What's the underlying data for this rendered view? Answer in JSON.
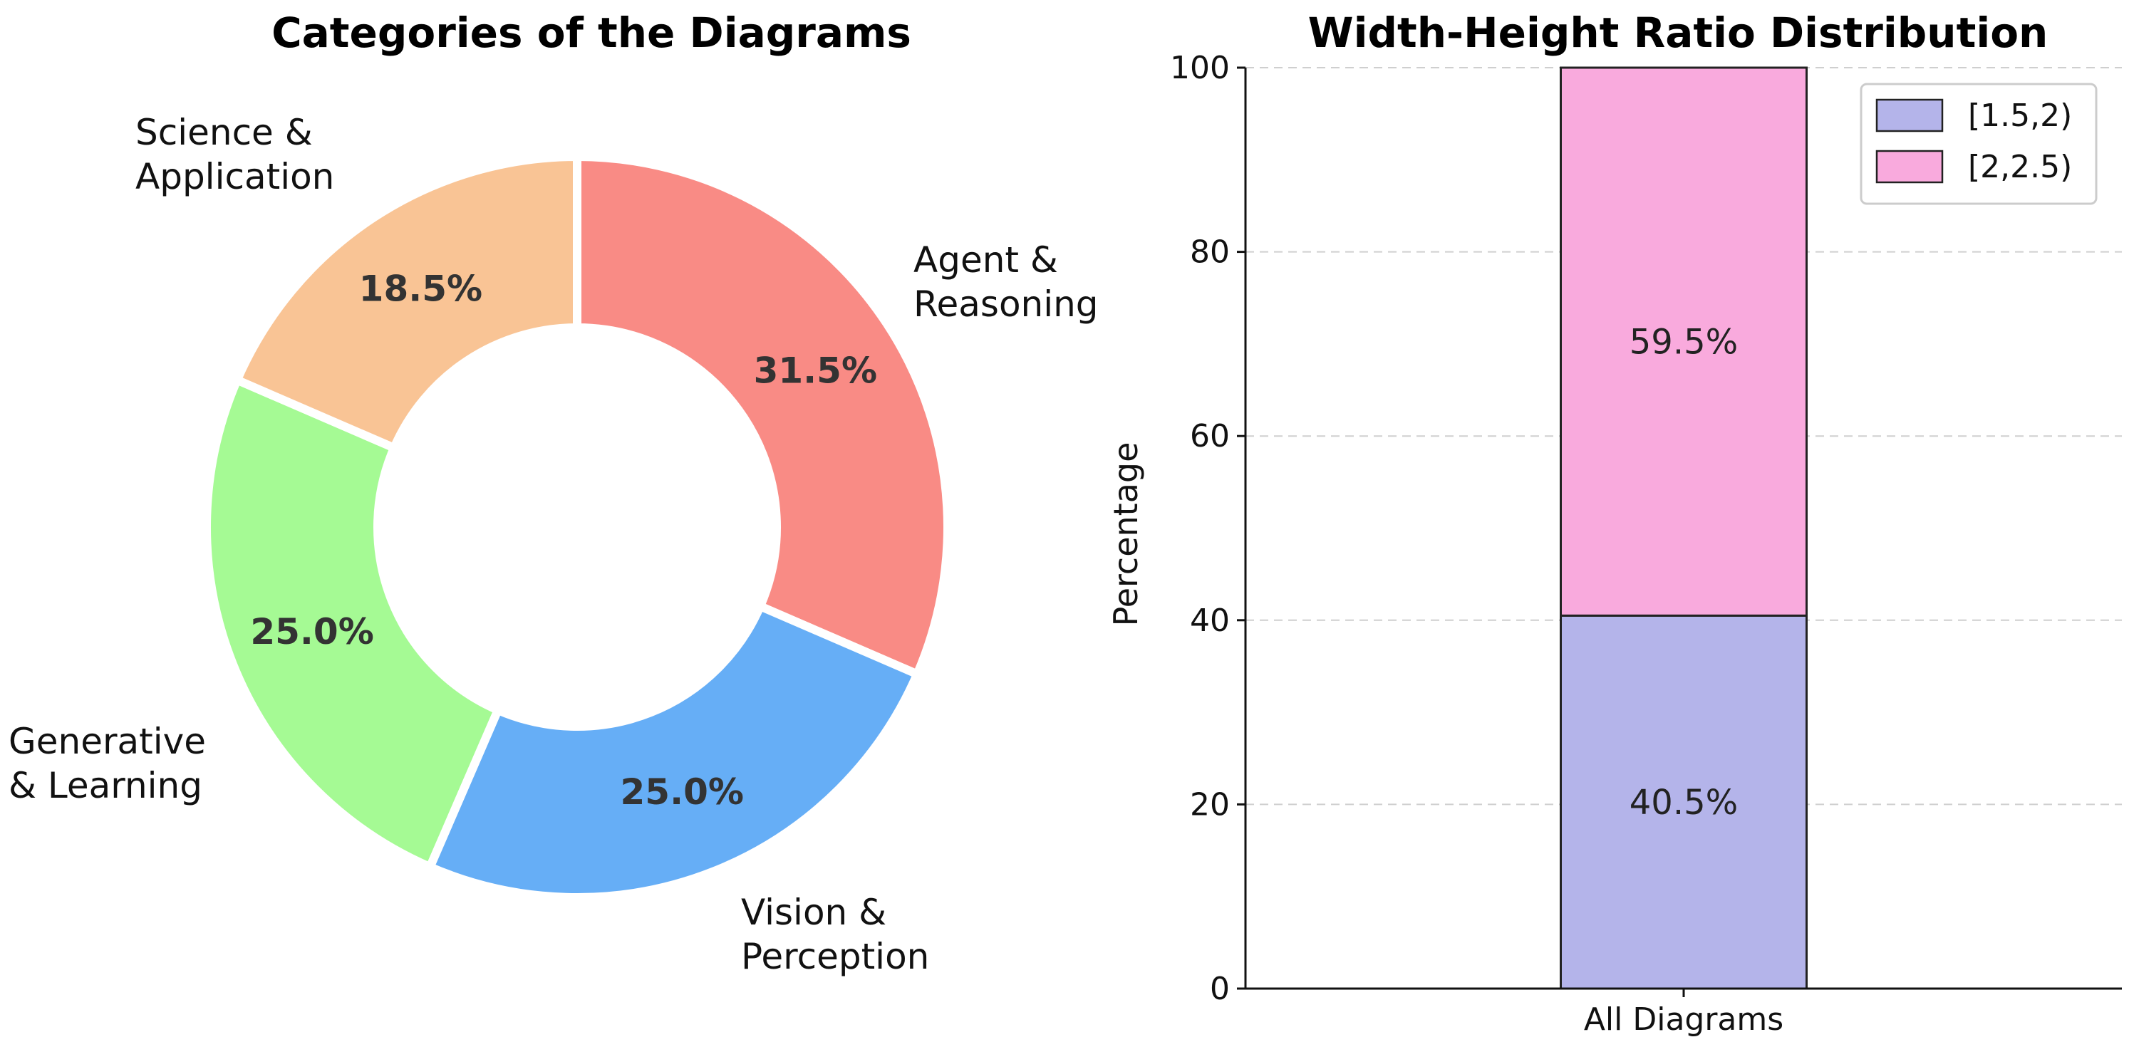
{
  "chart_data": [
    {
      "type": "pie",
      "title": "Categories of the Diagrams",
      "donut": true,
      "slices": [
        {
          "label": "Agent & Reasoning",
          "value": 31.5,
          "value_label": "31.5%",
          "color": "#F98B85"
        },
        {
          "label": "Vision & Perception",
          "value": 25.0,
          "value_label": "25.0%",
          "color": "#66AEF6"
        },
        {
          "label": "Generative & Learning",
          "value": 25.0,
          "value_label": "25.0%",
          "color": "#A5FA94"
        },
        {
          "label": "Science & Application",
          "value": 18.5,
          "value_label": "18.5%",
          "color": "#F9C495"
        }
      ]
    },
    {
      "type": "bar",
      "stacked": true,
      "title": "Width-Height Ratio Distribution",
      "xlabel": "",
      "ylabel": "Percentage",
      "categories": [
        "All Diagrams"
      ],
      "ylim": [
        0,
        100
      ],
      "yticks": [
        0,
        20,
        40,
        60,
        80,
        100
      ],
      "grid": "horizontal dashed",
      "legend": "top-right",
      "series": [
        {
          "name": "[1.5,2)",
          "values": [
            40.5
          ],
          "value_label": "40.5%",
          "color": "#B4B4EA"
        },
        {
          "name": "[2,2.5)",
          "values": [
            59.5
          ],
          "value_label": "59.5%",
          "color": "#F9AADD"
        }
      ]
    }
  ]
}
